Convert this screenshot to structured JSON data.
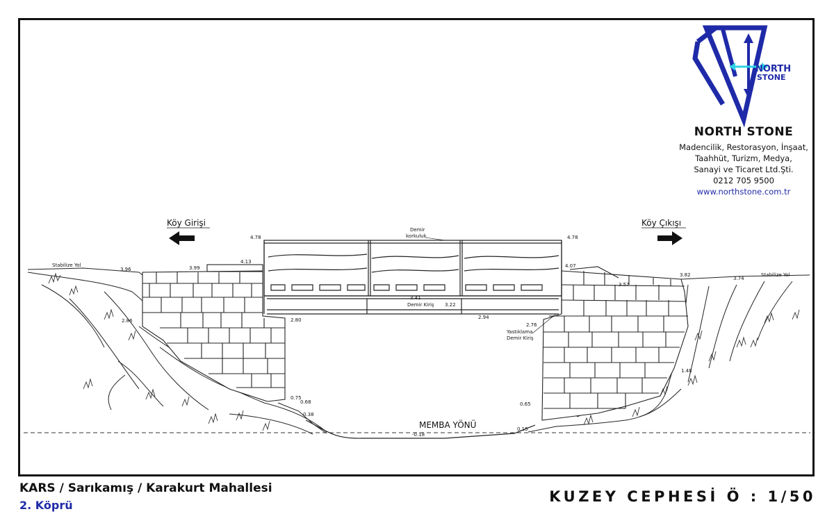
{
  "company": {
    "name": "NORTH STONE",
    "logo_text": [
      "NORTH",
      "STONE"
    ],
    "lines": [
      "Madencilik, Restorasyon, İnşaat,",
      "Taahhüt, Turizm, Medya,",
      "Sanayi ve Ticaret Ltd.Şti.",
      "0212 705 9500"
    ],
    "website": "www.northstone.com.tr"
  },
  "labels": {
    "entry": "Köy Girişi",
    "exit": "Köy Çıkışı",
    "upstream": "MEMBA YÖNÜ",
    "railing": [
      "Demir",
      "korkuluk"
    ],
    "beam": "Demir Kiriş",
    "bearing_beam": [
      "Yastıklama",
      "Demir Kiriş"
    ],
    "road_left": "Stabilize Yol",
    "road_right": "Stabilize Yol"
  },
  "elevations": {
    "rail_left": "4.78",
    "rail_right": "4.78",
    "left_road": "3.96",
    "left_wall": "3.99",
    "left_wall_top": "4.13",
    "left_slope": "2.86",
    "left_pier": "2.80",
    "left_075": "0.75",
    "left_068": "0.68",
    "left_038": "0.38",
    "deck_341": "3.41",
    "deck_322": "3.22",
    "deck_294": "2.94",
    "right_407": "4.07",
    "right_357": "3.57",
    "right_382": "3.82",
    "right_road": "3.74",
    "right_276": "2.76",
    "right_148": "1.48",
    "right_065": "0.65",
    "right_015": "0.15",
    "river": "-0.18"
  },
  "footer": {
    "location": "KARS / Sarıkamış / Karakurt Mahallesi",
    "subtitle": "2. Köprü",
    "title": "KUZEY CEPHESİ  Ö : 1/50"
  },
  "colors": {
    "brand_blue": "#1f2aa8",
    "logo_cyan": "#2fd4e6",
    "ink": "#111111"
  }
}
